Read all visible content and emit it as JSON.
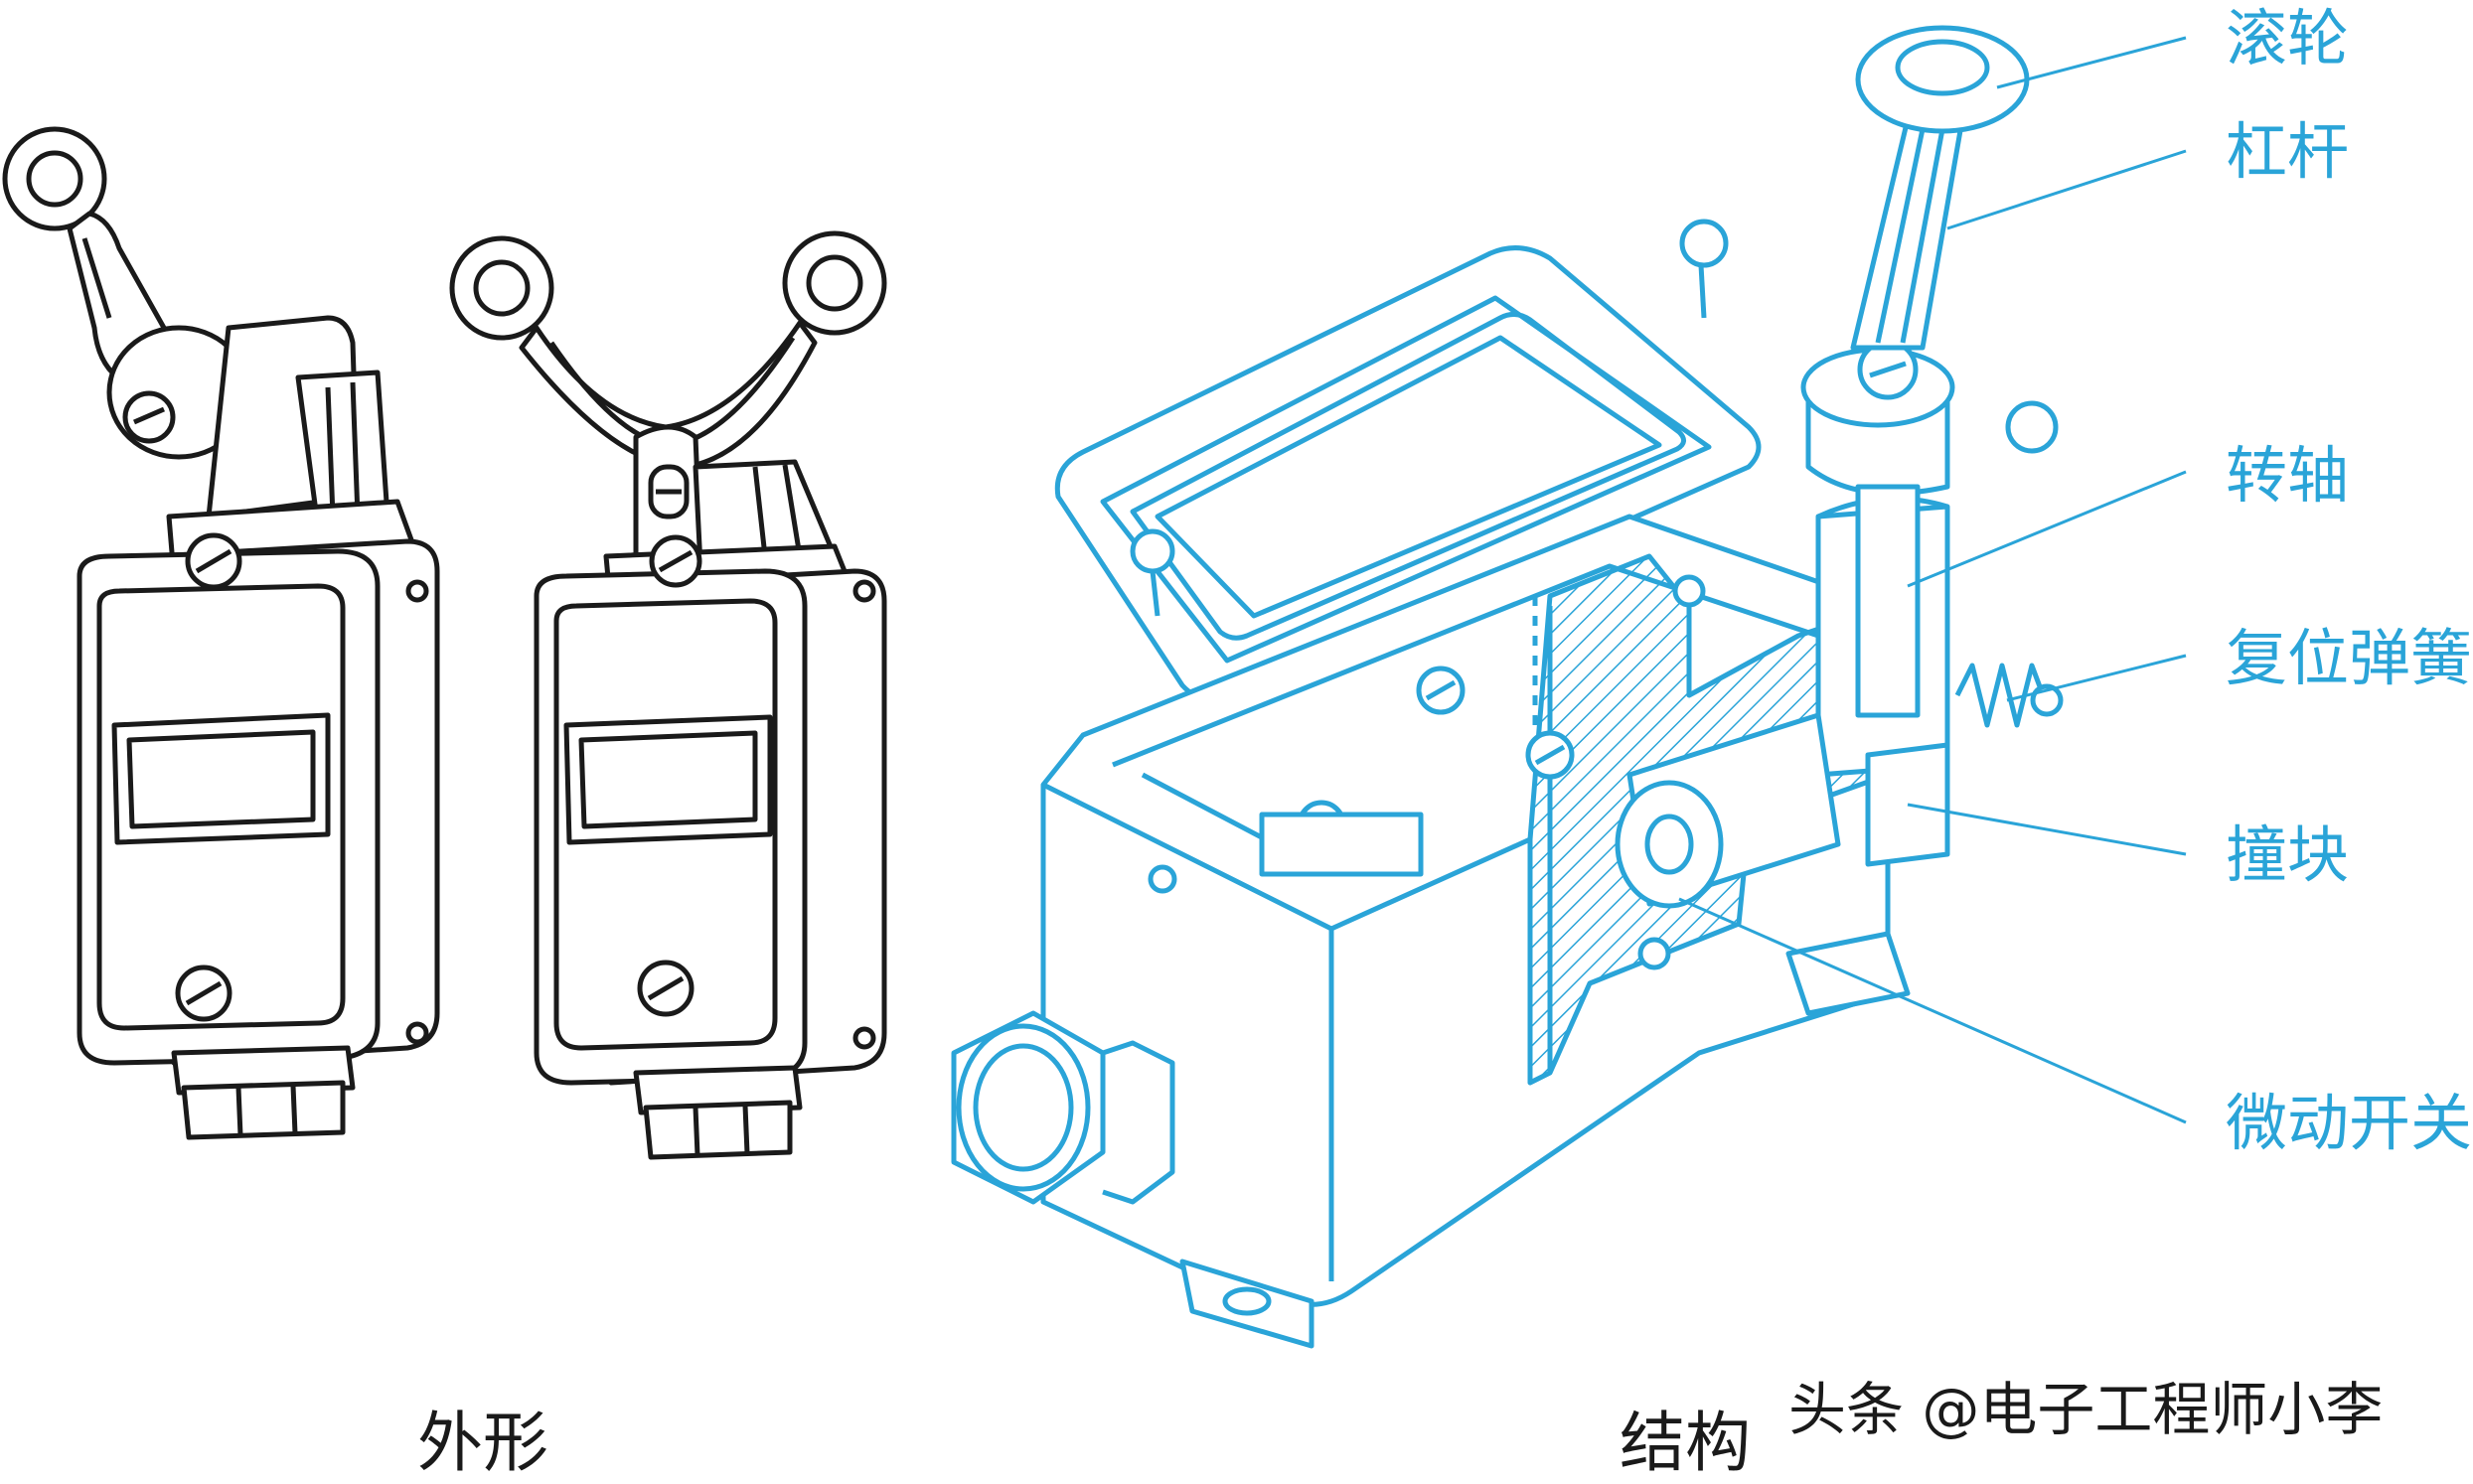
{
  "labels": {
    "roller": "滚轮",
    "lever": "杠杆",
    "shaft": "转轴",
    "return_spring": "复位弹簧",
    "striker": "撞块",
    "micro_switch": "微动开关"
  },
  "captions": {
    "appearance": "外形",
    "structure": "结构"
  },
  "watermark": "头条 @电子工程师小李",
  "colors": {
    "structure_line": "#2aa4d8",
    "appearance_line": "#1a1a1a",
    "label_text": "#2aa4d8"
  }
}
